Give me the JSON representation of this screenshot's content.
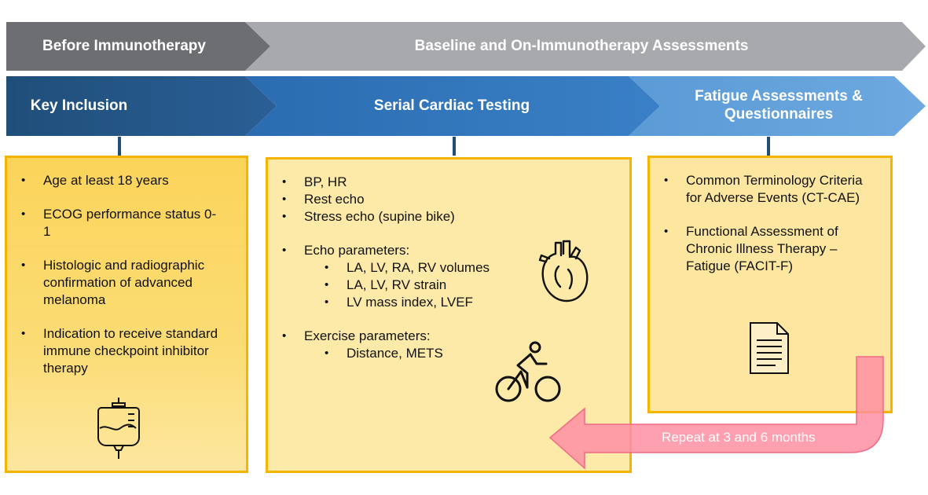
{
  "top_row": {
    "before": "Before Immunotherapy",
    "baseline": "Baseline and On-Immunotherapy Assessments"
  },
  "phases": {
    "inclusion": "Key Inclusion",
    "cardiac": "Serial Cardiac Testing",
    "fatigue": "Fatigue Assessments & Questionnaires"
  },
  "inclusion_items": [
    "Age at least 18 years",
    "ECOG performance status 0-1",
    "Histologic and radiographic confirmation of advanced melanoma",
    "Indication to receive standard immune checkpoint inhibitor therapy"
  ],
  "cardiac": {
    "basic": [
      "BP, HR",
      "Rest echo",
      "Stress echo (supine bike)"
    ],
    "echo_header": "Echo parameters:",
    "echo_items": [
      "LA, LV, RA, RV volumes",
      "LA, LV, RV strain",
      "LV mass index, LVEF"
    ],
    "exercise_header": "Exercise parameters:",
    "exercise_items": [
      "Distance, METS"
    ]
  },
  "fatigue_items": [
    "Common Terminology Criteria for Adverse Events (CT-CAE)",
    "Functional Assessment of Chronic Illness Therapy – Fatigue (FACIT-F)"
  ],
  "repeat": "Repeat at 3 and 6 months",
  "icons": [
    "iv-bag-icon",
    "heart-icon",
    "cyclist-icon",
    "document-icon"
  ],
  "colors": {
    "grey_dark": "#6d6e71",
    "grey_light": "#a7a9ac",
    "blue_dark": "#1f4e79",
    "blue_mid": "#2e75b6",
    "blue_light": "#5b9bd5",
    "panel_border": "#f4b400",
    "repeat_arrow": "#ff8fa3"
  }
}
